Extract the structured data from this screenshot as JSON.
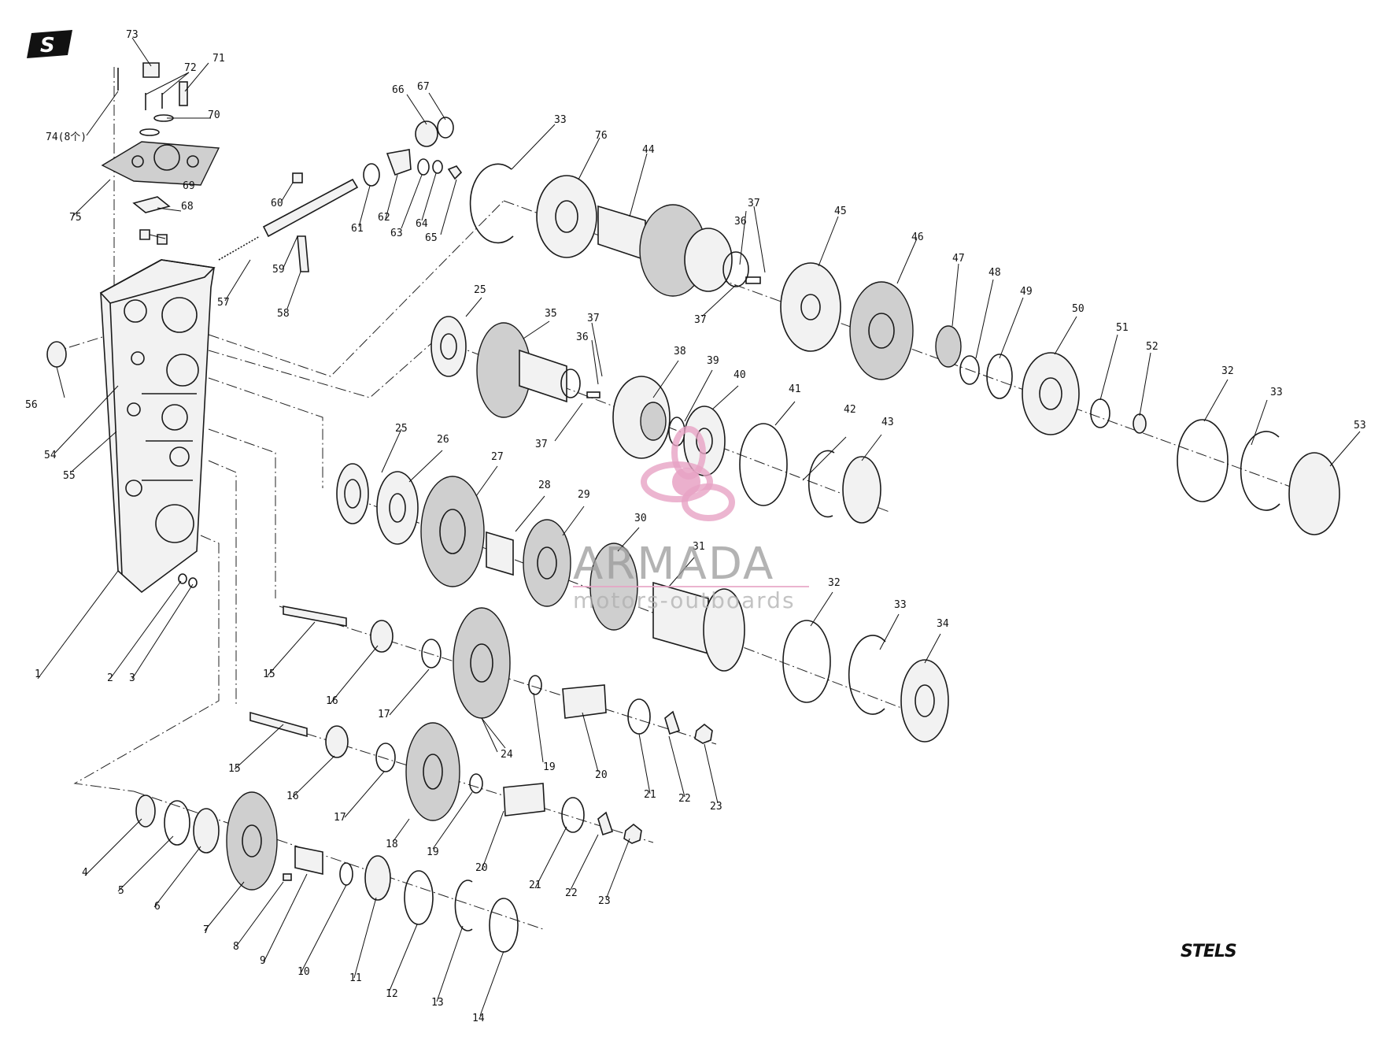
{
  "watermark": {
    "title": "ARMADA",
    "subtitle": "motors-outboards"
  },
  "brand_mark": "STELS",
  "logo_letter": "S",
  "colors": {
    "line": "#1a1a1a",
    "watermark_pink": "#e7a2c4",
    "watermark_gray": "#9a9a9a"
  },
  "callouts": [
    {
      "id": "c1",
      "text": "1"
    },
    {
      "id": "c2",
      "text": "2"
    },
    {
      "id": "c3",
      "text": "3"
    },
    {
      "id": "c4",
      "text": "4"
    },
    {
      "id": "c5",
      "text": "5"
    },
    {
      "id": "c6",
      "text": "6"
    },
    {
      "id": "c7",
      "text": "7"
    },
    {
      "id": "c8",
      "text": "8"
    },
    {
      "id": "c9",
      "text": "9"
    },
    {
      "id": "c10",
      "text": "10"
    },
    {
      "id": "c11",
      "text": "11"
    },
    {
      "id": "c12",
      "text": "12"
    },
    {
      "id": "c13",
      "text": "13"
    },
    {
      "id": "c14",
      "text": "14"
    },
    {
      "id": "c15a",
      "text": "15"
    },
    {
      "id": "c15b",
      "text": "15"
    },
    {
      "id": "c16a",
      "text": "16"
    },
    {
      "id": "c16b",
      "text": "16"
    },
    {
      "id": "c17a",
      "text": "17"
    },
    {
      "id": "c17b",
      "text": "17"
    },
    {
      "id": "c18",
      "text": "18"
    },
    {
      "id": "c19a",
      "text": "19"
    },
    {
      "id": "c19b",
      "text": "19"
    },
    {
      "id": "c20a",
      "text": "20"
    },
    {
      "id": "c20b",
      "text": "20"
    },
    {
      "id": "c21a",
      "text": "21"
    },
    {
      "id": "c21b",
      "text": "21"
    },
    {
      "id": "c22a",
      "text": "22"
    },
    {
      "id": "c22b",
      "text": "22"
    },
    {
      "id": "c23a",
      "text": "23"
    },
    {
      "id": "c23b",
      "text": "23"
    },
    {
      "id": "c24",
      "text": "24"
    },
    {
      "id": "c25a",
      "text": "25"
    },
    {
      "id": "c25b",
      "text": "25"
    },
    {
      "id": "c26",
      "text": "26"
    },
    {
      "id": "c27",
      "text": "27"
    },
    {
      "id": "c28",
      "text": "28"
    },
    {
      "id": "c29",
      "text": "29"
    },
    {
      "id": "c30",
      "text": "30"
    },
    {
      "id": "c31",
      "text": "31"
    },
    {
      "id": "c32a",
      "text": "32"
    },
    {
      "id": "c32b",
      "text": "32"
    },
    {
      "id": "c33a",
      "text": "33"
    },
    {
      "id": "c33b",
      "text": "33"
    },
    {
      "id": "c33c",
      "text": "33"
    },
    {
      "id": "c34",
      "text": "34"
    },
    {
      "id": "c35",
      "text": "35"
    },
    {
      "id": "c36a",
      "text": "36"
    },
    {
      "id": "c36b",
      "text": "36"
    },
    {
      "id": "c37a",
      "text": "37"
    },
    {
      "id": "c37b",
      "text": "37"
    },
    {
      "id": "c37c",
      "text": "37"
    },
    {
      "id": "c37d",
      "text": "37"
    },
    {
      "id": "c38",
      "text": "38"
    },
    {
      "id": "c39",
      "text": "39"
    },
    {
      "id": "c40",
      "text": "40"
    },
    {
      "id": "c41",
      "text": "41"
    },
    {
      "id": "c42",
      "text": "42"
    },
    {
      "id": "c43",
      "text": "43"
    },
    {
      "id": "c44",
      "text": "44"
    },
    {
      "id": "c45",
      "text": "45"
    },
    {
      "id": "c46",
      "text": "46"
    },
    {
      "id": "c47",
      "text": "47"
    },
    {
      "id": "c48",
      "text": "48"
    },
    {
      "id": "c49",
      "text": "49"
    },
    {
      "id": "c50",
      "text": "50"
    },
    {
      "id": "c51",
      "text": "51"
    },
    {
      "id": "c52",
      "text": "52"
    },
    {
      "id": "c53",
      "text": "53"
    },
    {
      "id": "c54",
      "text": "54"
    },
    {
      "id": "c55",
      "text": "55"
    },
    {
      "id": "c56",
      "text": "56"
    },
    {
      "id": "c57",
      "text": "57"
    },
    {
      "id": "c58",
      "text": "58"
    },
    {
      "id": "c59",
      "text": "59"
    },
    {
      "id": "c60",
      "text": "60"
    },
    {
      "id": "c61",
      "text": "61"
    },
    {
      "id": "c62",
      "text": "62"
    },
    {
      "id": "c63",
      "text": "63"
    },
    {
      "id": "c64",
      "text": "64"
    },
    {
      "id": "c65",
      "text": "65"
    },
    {
      "id": "c66",
      "text": "66"
    },
    {
      "id": "c67",
      "text": "67"
    },
    {
      "id": "c68",
      "text": "68"
    },
    {
      "id": "c69",
      "text": "69"
    },
    {
      "id": "c70",
      "text": "70"
    },
    {
      "id": "c71",
      "text": "71"
    },
    {
      "id": "c72",
      "text": "72"
    },
    {
      "id": "c73",
      "text": "73"
    },
    {
      "id": "c74",
      "text": "74(8个)"
    },
    {
      "id": "c75",
      "text": "75"
    },
    {
      "id": "c76",
      "text": "76"
    }
  ]
}
